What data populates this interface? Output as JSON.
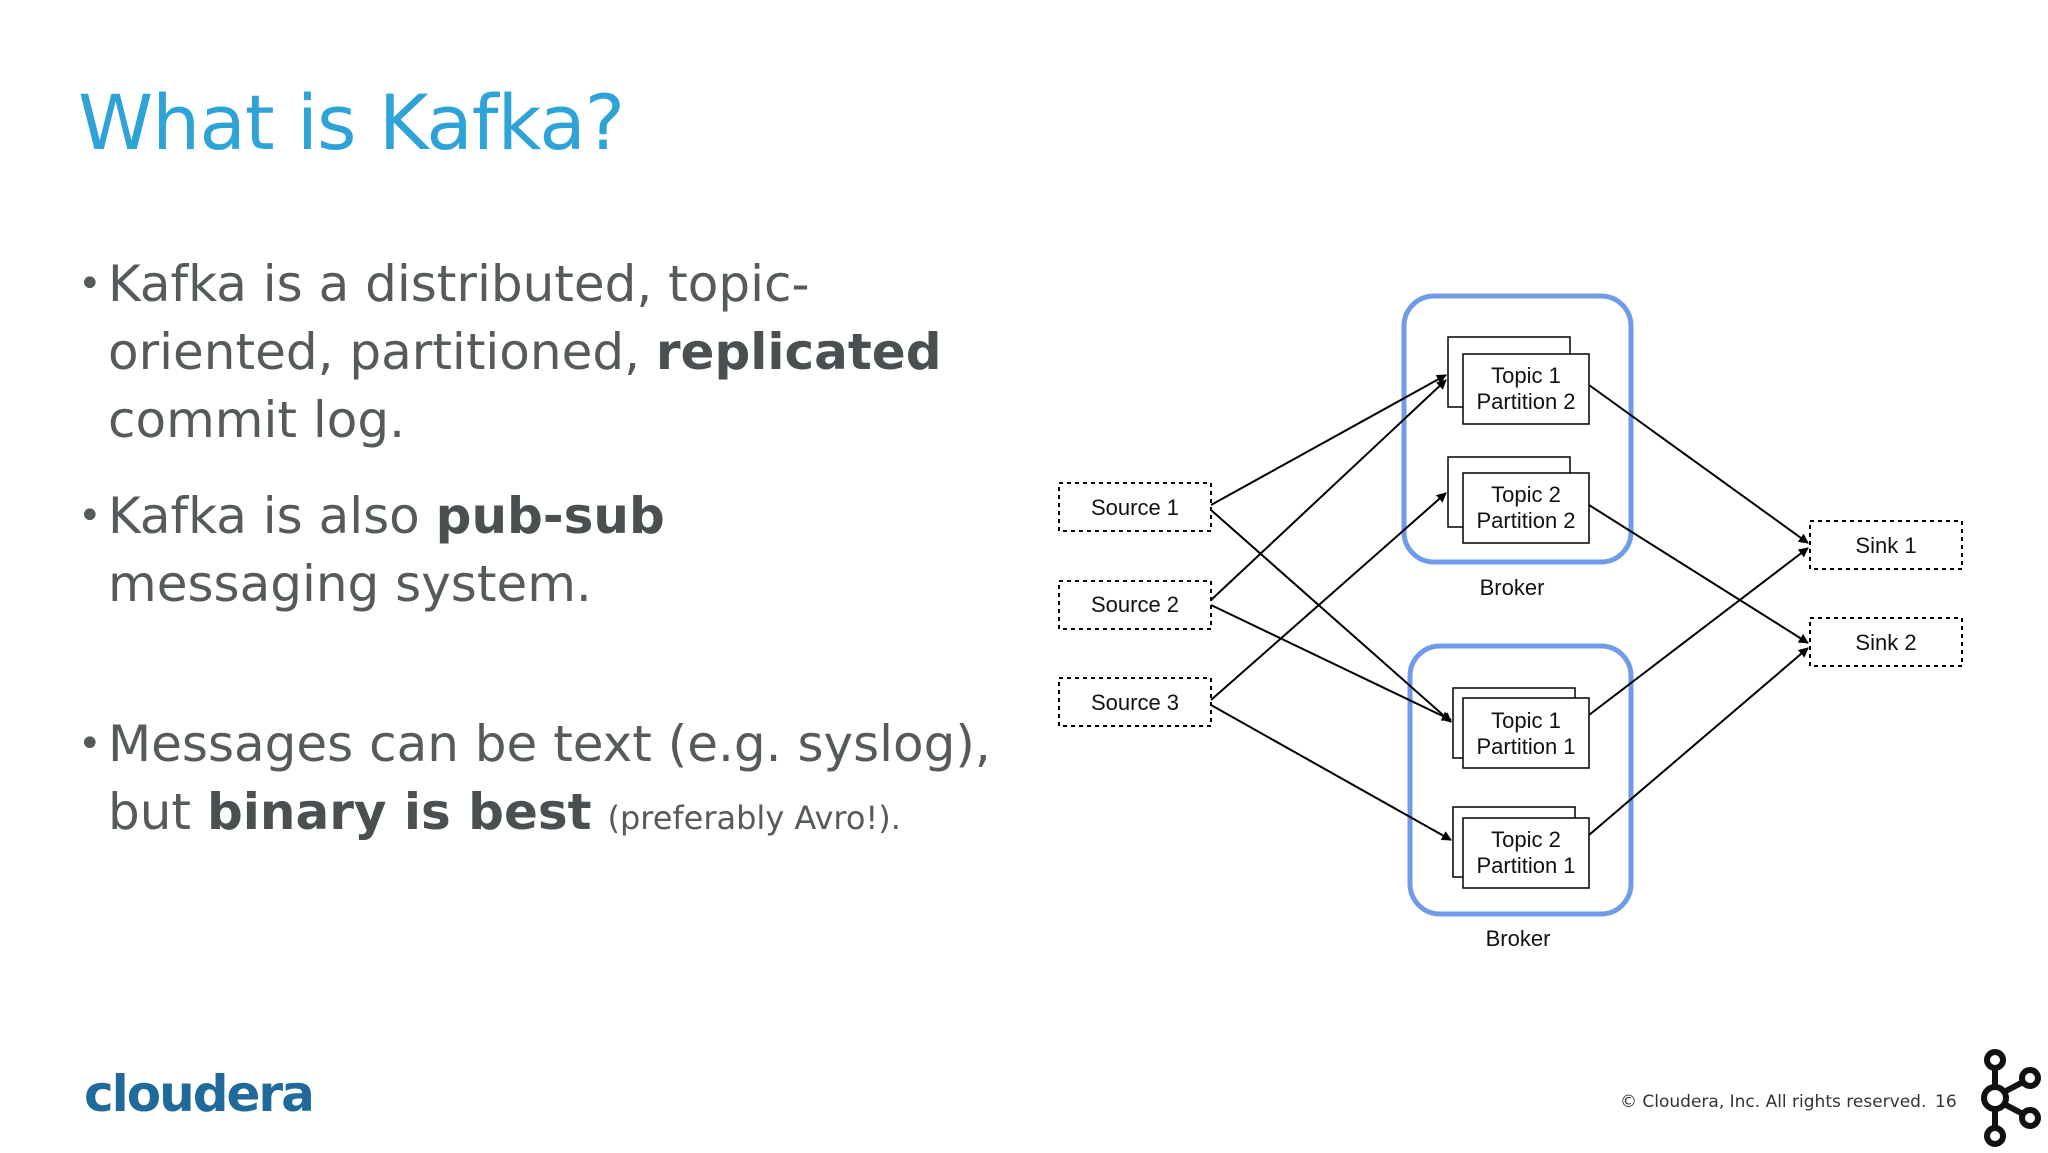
{
  "slide": {
    "title": "What is Kafka?",
    "bullets": [
      {
        "pre": "Kafka is a distributed, topic-oriented, partitioned, ",
        "bold": "replicated",
        "post": " commit log."
      },
      {
        "pre": "Kafka is also ",
        "bold": "pub-sub",
        "post": " messaging system."
      },
      {
        "pre": "Messages can be text (e.g. syslog), but ",
        "bold": "binary is best",
        "small": "(preferably Avro!)."
      }
    ],
    "footer": {
      "copyright": "© Cloudera, Inc. All rights reserved.",
      "page_number": "16"
    },
    "logo_text": "cloudera"
  },
  "diagram": {
    "sources": [
      "Source 1",
      "Source 2",
      "Source 3"
    ],
    "sinks": [
      "Sink 1",
      "Sink 2"
    ],
    "brokers": [
      {
        "label": "Broker",
        "partitions": [
          {
            "line1": "Topic 1",
            "line2": "Partition 2"
          },
          {
            "line1": "Topic 2",
            "line2": "Partition 2"
          }
        ]
      },
      {
        "label": "Broker",
        "partitions": [
          {
            "line1": "Topic 1",
            "line2": "Partition 1"
          },
          {
            "line1": "Topic 2",
            "line2": "Partition 1"
          }
        ]
      }
    ],
    "colors": {
      "broker_border": "#6f9be8",
      "title": "#2ea3d8",
      "logo": "#1f6a9a"
    }
  }
}
